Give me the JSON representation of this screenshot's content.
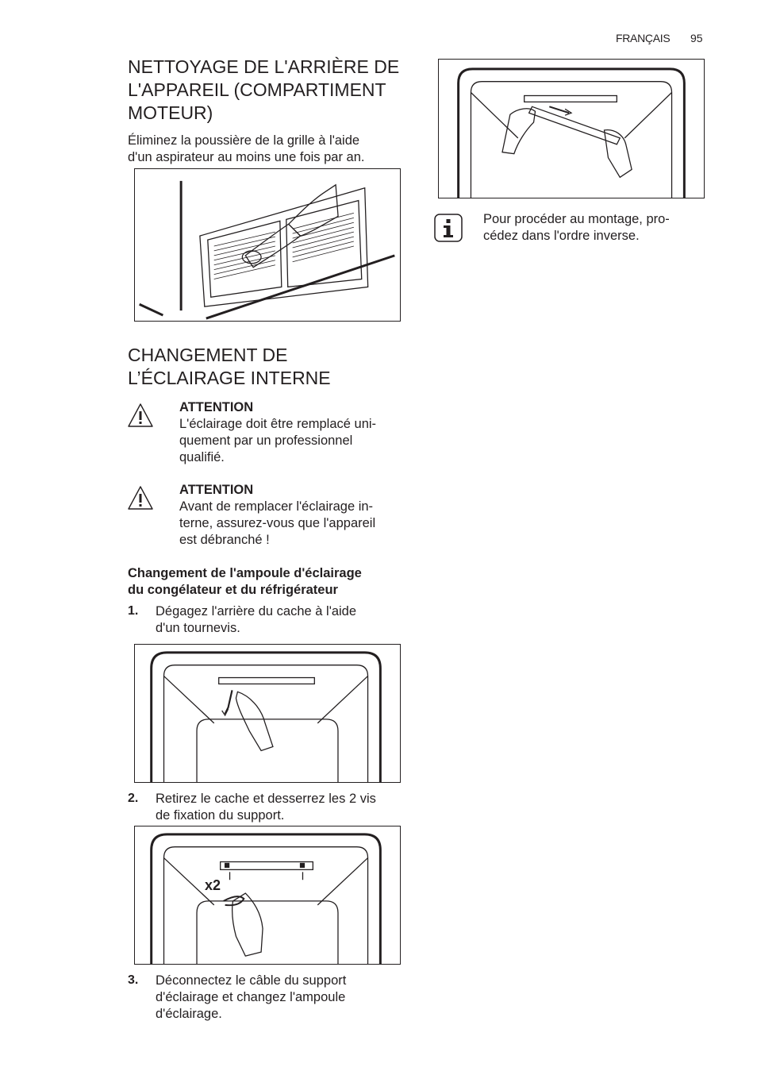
{
  "header": {
    "language": "FRANÇAIS",
    "page_number": "95"
  },
  "section1": {
    "title_lines": [
      "NETTOYAGE DE L'ARRIÈRE DE",
      "L'APPAREIL (COMPARTIMENT",
      "MOTEUR)"
    ],
    "body_lines": [
      "Éliminez la poussière de la grille à l'aide",
      "d'un aspirateur au moins une fois par an."
    ]
  },
  "section2": {
    "title_lines": [
      "CHANGEMENT DE",
      "L’ÉCLAIRAGE INTERNE"
    ],
    "warning1": {
      "icon": "warning-triangle-icon",
      "heading": "ATTENTION",
      "lines": [
        "L'éclairage doit être remplacé uni-",
        "quement par un professionnel",
        "qualifié."
      ]
    },
    "warning2": {
      "icon": "warning-triangle-icon",
      "heading": "ATTENTION",
      "lines": [
        "Avant de remplacer l'éclairage in-",
        "terne, assurez-vous que l'appareil",
        "est débranché !"
      ]
    },
    "subheading_lines": [
      "Changement de l'ampoule d'éclairage",
      "du congélateur et du réfrigérateur"
    ],
    "steps": [
      {
        "num": "1.",
        "lines": [
          "Dégagez l'arrière du cache à l'aide",
          "d'un tournevis."
        ]
      },
      {
        "num": "2.",
        "lines": [
          "Retirez le cache et desserrez les 2 vis",
          "de fixation du support."
        ]
      },
      {
        "num": "3.",
        "lines": [
          "Déconnectez le câble du support",
          "d'éclairage et changez l'ampoule",
          "d'éclairage."
        ]
      }
    ],
    "figure_label_x2": "x2"
  },
  "info_note": {
    "icon": "info-icon",
    "lines": [
      "Pour procéder au montage, pro-",
      "cédez dans l'ordre inverse."
    ]
  }
}
